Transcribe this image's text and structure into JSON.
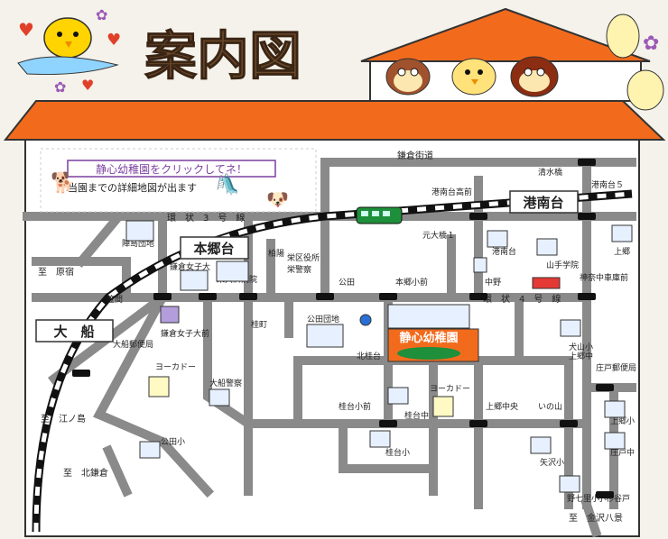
{
  "header": {
    "title": "案内図"
  },
  "banner": {
    "click_text": "静心幼稚園をクリックしてネ！",
    "sub_text": "当園までの詳細地図が出ます"
  },
  "kindergarten": {
    "name": "静心幼稚園"
  },
  "roads": {
    "kamakura_kaido": "鎌倉街道",
    "kanjo3": "環　状　3　号　線",
    "kanjo4": "環　状　4　号　線"
  },
  "areas": {
    "konandai": "港南台",
    "hongodai": "本郷台",
    "ofuna": "大　船"
  },
  "directions": {
    "harajuku": "至　原宿",
    "enoshima": "至　江ノ島",
    "kitakamakura": "至　北鎌倉",
    "kanazawa": "至　金沢八景"
  },
  "places": {
    "shimizubashi": "清水橋",
    "konandai_takamae": "港南台高前",
    "konandai5": "港南台５",
    "motoohashi": "元大橋１",
    "konandai": "港南台",
    "kamigo": "上郷",
    "yamate_gakuin": "山手学院",
    "kanagawa_syako": "神奈中車庫前",
    "nakano": "中野",
    "hongodaimae": "本郷小前",
    "koden": "公田",
    "koden_danchi": "公田団地",
    "kasama": "笠間",
    "kamakura_joshidai": "鎌倉女子大",
    "kamakura_joshidai_mae": "鎌倉女子大前",
    "eikogakuen": "栄共済病院",
    "kashio": "柏陽",
    "sakaeku_yakusho": "栄区役所",
    "sakae_keisatsu": "栄警察",
    "jinguji": "陣島団地",
    "katsuracho": "桂町",
    "ofuna_yubin": "大船郵便局",
    "yokado1": "ヨーカドー",
    "ofuna_keisatsu": "大船警察",
    "kitakatsura": "北桂台",
    "katsuradai_sho_mae": "桂台小前",
    "katsuradai_naka": "桂台中",
    "yokado2": "ヨーカドー",
    "kamigo_naka": "上郷中央",
    "inoyama": "いの山",
    "inuyama_sho": "犬山小",
    "kamigo_naka2": "上郷中",
    "sakaido_yubin": "庄戸郵便局",
    "kamigo_sho": "上郷小",
    "sakaido_chu": "庄戸中",
    "katsuradai_sho": "桂台小",
    "koden_sho": "公田小",
    "yabe_sho": "矢沢小",
    "nonaka_sho": "野七里小",
    "kosakaido": "小杉谷戸"
  },
  "colors": {
    "roof": "#f26b1d",
    "brand_green": "#1e8f3a",
    "road": "#8a8a8a",
    "rail": "#111111"
  }
}
